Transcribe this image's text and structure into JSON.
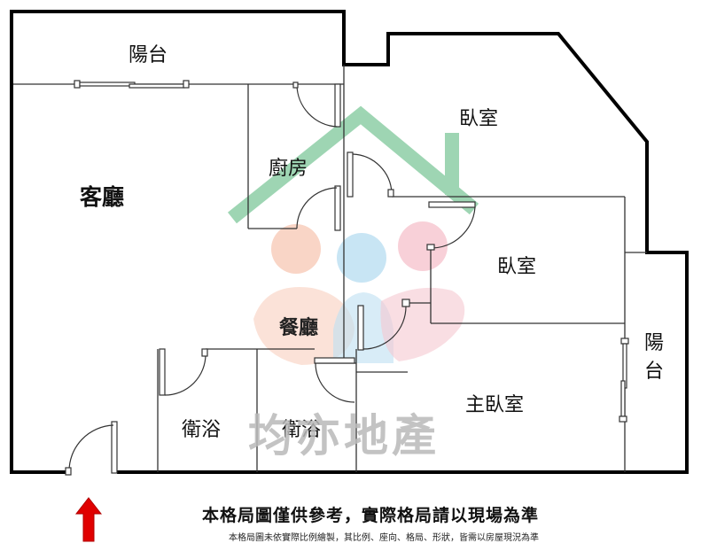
{
  "rooms": {
    "balcony_top": "陽台",
    "living_room": "客廳",
    "kitchen": "廚房",
    "bedroom_1": "臥室",
    "bedroom_2": "臥室",
    "dining_room": "餐廳",
    "bathroom_1": "衛浴",
    "bathroom_2": "衛浴",
    "master_bedroom": "主臥室",
    "balcony_right_line1": "陽",
    "balcony_right_line2": "台"
  },
  "watermark": {
    "company": "均亦地產",
    "house_color": "#7ec89a",
    "circle_colors": [
      "#f5b9a0",
      "#a9d6ef",
      "#f4b6c2"
    ]
  },
  "disclaimer": {
    "main": "本格局圖僅供參考，實際格局請以現場為準",
    "sub": "本格局圖未依實際比例繪製，其比例、座向、格局、形狀，皆需以房屋現況為準"
  },
  "colors": {
    "wall": "#000000",
    "entrance_arrow": "#e00000"
  }
}
